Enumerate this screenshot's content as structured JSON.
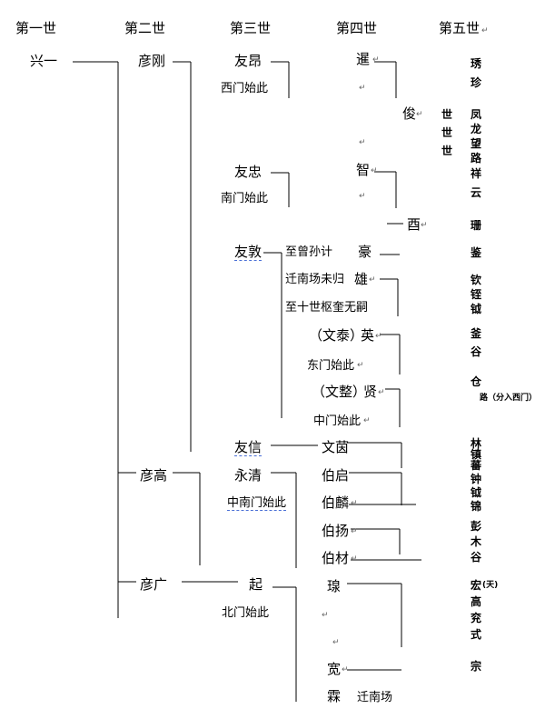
{
  "headers": {
    "g1": "第一世",
    "g2": "第二世",
    "g3": "第三世",
    "g4": "第四世",
    "g5": "第五世"
  },
  "gen1": {
    "xing_yi": "兴一"
  },
  "gen2": {
    "yan_gang": "彦刚",
    "yan_gao": "彦高",
    "yan_guang": "彦广"
  },
  "gen3": {
    "you_ang": "友昂",
    "you_ang_note": "西门始此",
    "you_zhong": "友忠",
    "you_zhong_note": "南门始此",
    "you_dun": "友敦",
    "you_xin": "友信",
    "yong_qing": "永清",
    "yong_qing_note": "中南门始此",
    "qi": "起",
    "qi_note": "北门始此"
  },
  "gen4": {
    "xian": "暹",
    "jun": "俊",
    "zhi": "智",
    "you": "酉",
    "hao": "豪",
    "hao_note": "至曾孙计",
    "xiong": "雄",
    "xiong_note": "迁南场未归",
    "xiong_note2": "至十世枢奎无嗣",
    "ying": "英",
    "ying_pre": "（文泰）",
    "ying_note": "东门始此",
    "xian2": "贤",
    "xian2_pre": "（文整）",
    "xian2_note": "中门始此",
    "wen_yin": "文茵",
    "bo_qi": "伯启",
    "bo_lin": "伯麟",
    "bo_yang": "伯扬",
    "bo_cai": "伯材",
    "quan": "瑔",
    "kuan": "宽",
    "lin": "霖",
    "lin_note": "迁南场"
  },
  "gen5": {
    "xiu": "琇",
    "zhen": "珍",
    "shi": "世",
    "feng": "凤",
    "long": "龙",
    "wang": "望",
    "lu": "路",
    "xiang": "祥",
    "yun": "云",
    "shan": "珊",
    "jian": "鉴",
    "qin": "钦",
    "zhi": "铚",
    "yue": "钺",
    "fu": "釜",
    "gu": "谷",
    "cang": "仓",
    "lu_note": "路（分入西门）",
    "lin": "林",
    "zhen2": "镇",
    "fan": "蕃",
    "zhong": "钟",
    "yue2": "钺",
    "jin": "锦",
    "peng": "彭",
    "mu": "木",
    "gu2": "谷",
    "hong": "宏",
    "tian_paren": "(天)",
    "gao": "高",
    "yan": "兖",
    "shi2": "式",
    "zong": "宗"
  },
  "markers": {
    "para": "↵"
  }
}
